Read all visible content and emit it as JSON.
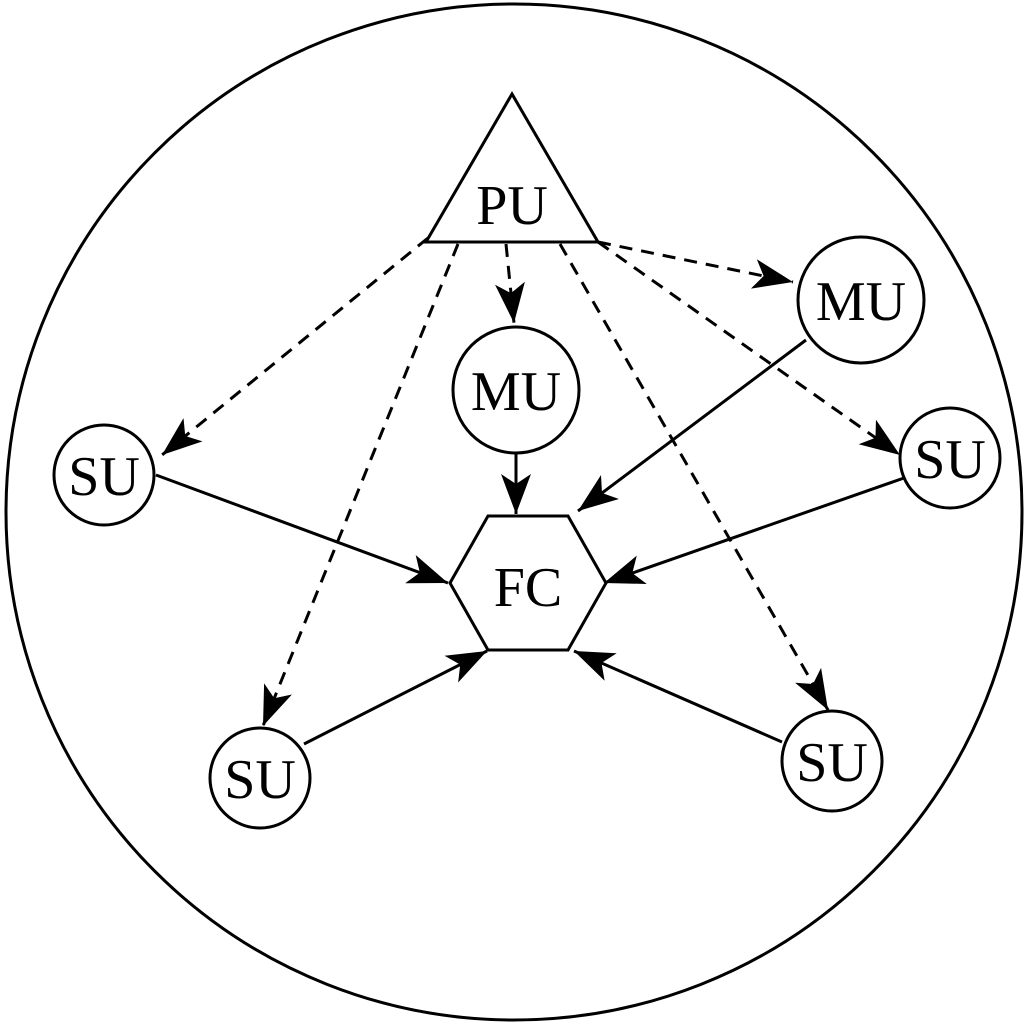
{
  "diagram": {
    "nodes": {
      "pu": {
        "label": "PU",
        "shape": "triangle"
      },
      "fc": {
        "label": "FC",
        "shape": "hexagon"
      },
      "mu1": {
        "label": "MU",
        "shape": "circle"
      },
      "mu2": {
        "label": "MU",
        "shape": "circle"
      },
      "su1": {
        "label": "SU",
        "shape": "circle"
      },
      "su2": {
        "label": "SU",
        "shape": "circle"
      },
      "su3": {
        "label": "SU",
        "shape": "circle"
      },
      "su4": {
        "label": "SU",
        "shape": "circle"
      }
    },
    "edges": [
      {
        "from": "pu",
        "to": "mu1",
        "style": "dashed"
      },
      {
        "from": "pu",
        "to": "mu2",
        "style": "dashed"
      },
      {
        "from": "pu",
        "to": "su1",
        "style": "dashed"
      },
      {
        "from": "pu",
        "to": "su2",
        "style": "dashed"
      },
      {
        "from": "pu",
        "to": "su3",
        "style": "dashed"
      },
      {
        "from": "pu",
        "to": "su4",
        "style": "dashed"
      },
      {
        "from": "mu1",
        "to": "fc",
        "style": "solid"
      },
      {
        "from": "mu2",
        "to": "fc",
        "style": "solid"
      },
      {
        "from": "su1",
        "to": "fc",
        "style": "solid"
      },
      {
        "from": "su2",
        "to": "fc",
        "style": "solid"
      },
      {
        "from": "su3",
        "to": "fc",
        "style": "solid"
      },
      {
        "from": "su4",
        "to": "fc",
        "style": "solid"
      }
    ]
  }
}
